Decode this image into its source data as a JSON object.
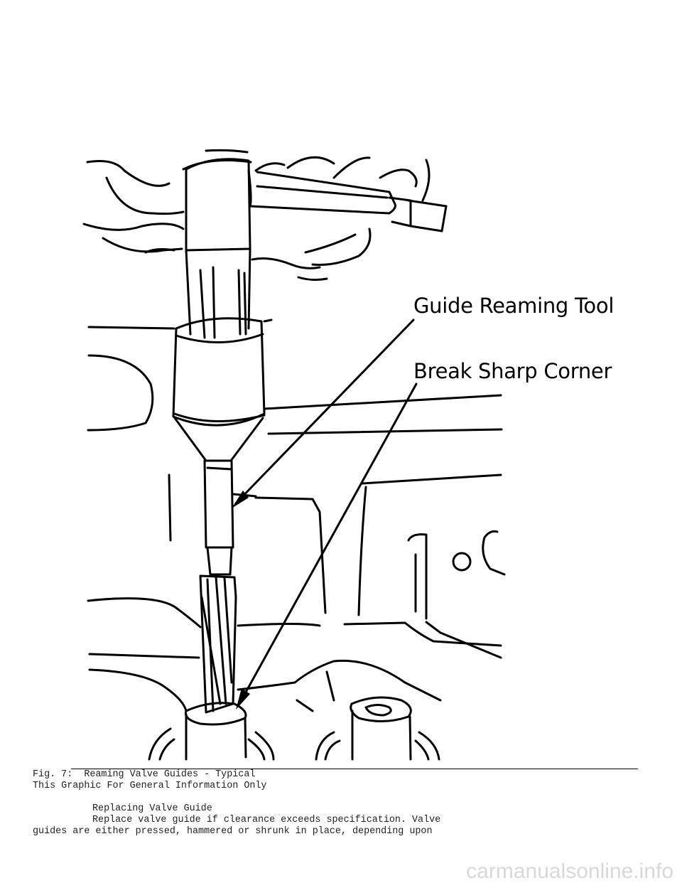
{
  "figure": {
    "label_tool": "Guide Reaming Tool",
    "label_corner": "Break Sharp Corner"
  },
  "caption": {
    "line1": "Fig. 7:  Reaming Valve Guides - Typical",
    "line2": "This Graphic For General Information Only"
  },
  "body": {
    "heading": "Replacing Valve Guide",
    "para_line1": "Replace valve guide if clearance exceeds specification. Valve",
    "para_line2": "guides are either pressed, hammered or shrunk in place, depending upon"
  },
  "watermark": "carmanualsonline.info"
}
